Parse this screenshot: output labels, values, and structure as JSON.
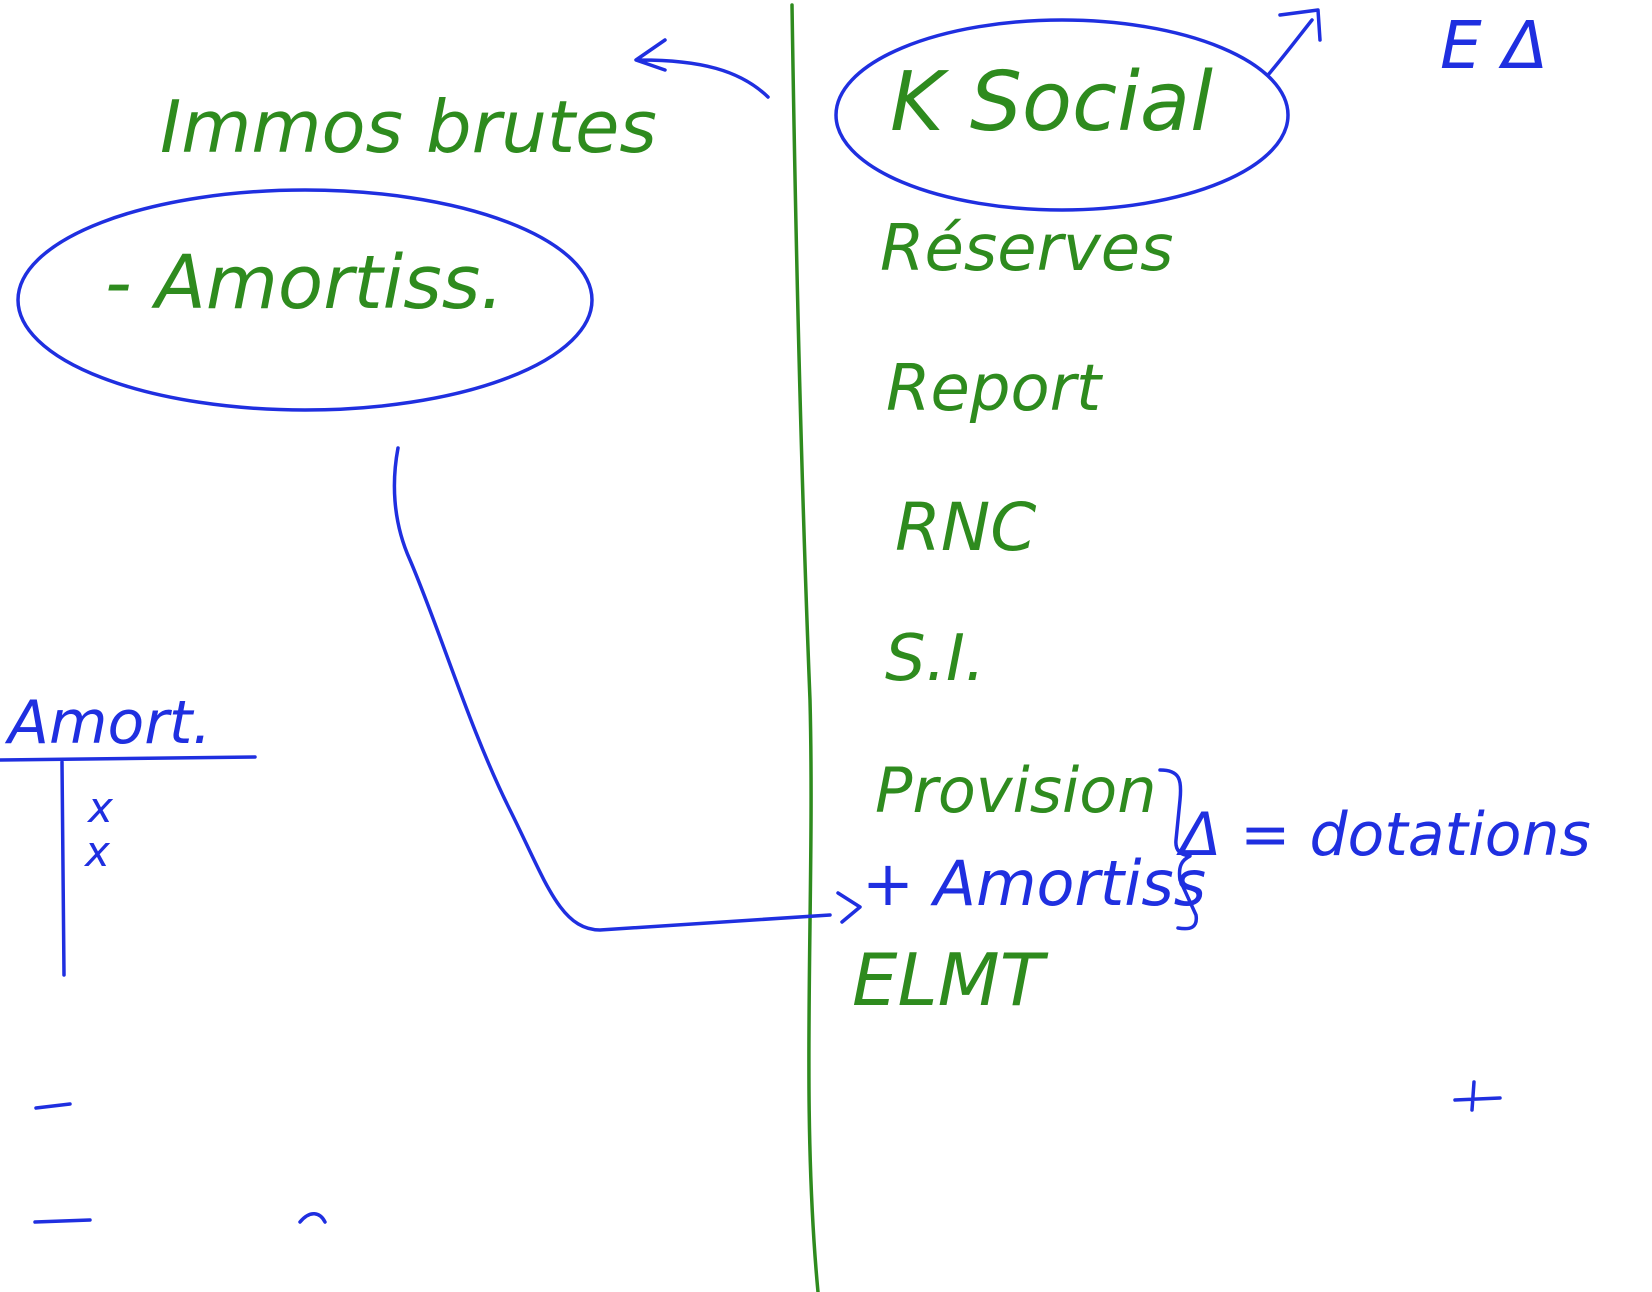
{
  "left": {
    "heading": "Immos brutes",
    "minus_item": "- Amortiss.",
    "t_account": {
      "title": "Amort.",
      "entries": [
        "x",
        "x"
      ]
    }
  },
  "right": {
    "items": [
      "K Social",
      "Réserves",
      "Report",
      "RNC",
      "S.I.",
      "Provision",
      "+ Amortiss",
      "ELMT"
    ],
    "brace_note": "Δ = dotations",
    "corner_mark": "E Δ"
  },
  "colors": {
    "green_ink": "#2e8b1e",
    "blue_ink": "#1f2fe0",
    "background": "#ffffff"
  }
}
